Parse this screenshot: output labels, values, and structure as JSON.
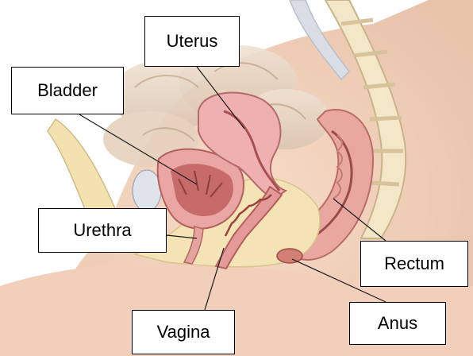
{
  "diagram": {
    "labels": {
      "uterus": "Uterus",
      "bladder": "Bladder",
      "urethra": "Urethra",
      "rectum": "Rectum",
      "anus": "Anus",
      "vagina": "Vagina"
    }
  }
}
